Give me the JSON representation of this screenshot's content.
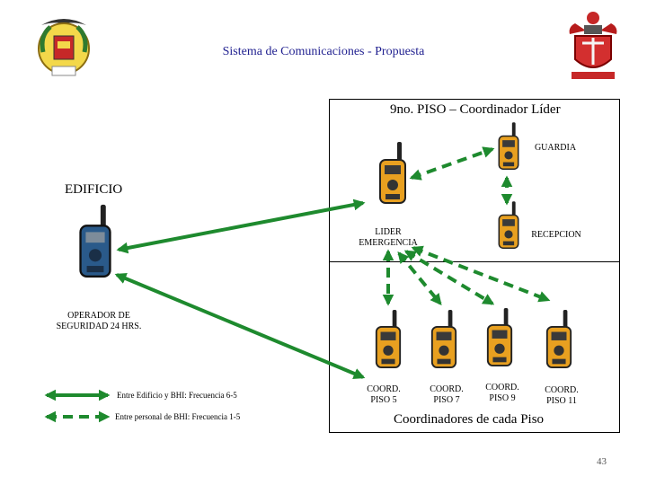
{
  "slide": {
    "title": "Sistema de Comunicaciones - Propuesta",
    "page_number": "43"
  },
  "building_box": {
    "heading": "9no. PISO – Coordinador Líder",
    "floor_coordinators_caption": "Coordinadores de cada Piso"
  },
  "labels": {
    "edificio": "EDIFICIO",
    "operador": [
      "OPERADOR DE",
      "SEGURIDAD 24 HRS."
    ],
    "guardia": "GUARDIA",
    "recepcion": "RECEPCION",
    "lider": [
      "LIDER",
      "EMERGENCIA"
    ],
    "coord5": [
      "COORD.",
      "PISO 5"
    ],
    "coord7": [
      "COORD.",
      "PISO 7"
    ],
    "coord9": [
      "COORD.",
      "PISO 9"
    ],
    "coord11": [
      "COORD.",
      "PISO 11"
    ]
  },
  "legend": {
    "solid": "Entre Edificio y BHI: Frecuencia 6-5",
    "dashed": "Entre personal de BHI: Frecuencia 1-5"
  },
  "colors": {
    "arrow_green": "#1e8a2e",
    "radio_orange": "#e8a020",
    "radio_blue": "#2a5a8a",
    "title_blue": "#1f1f8f"
  }
}
